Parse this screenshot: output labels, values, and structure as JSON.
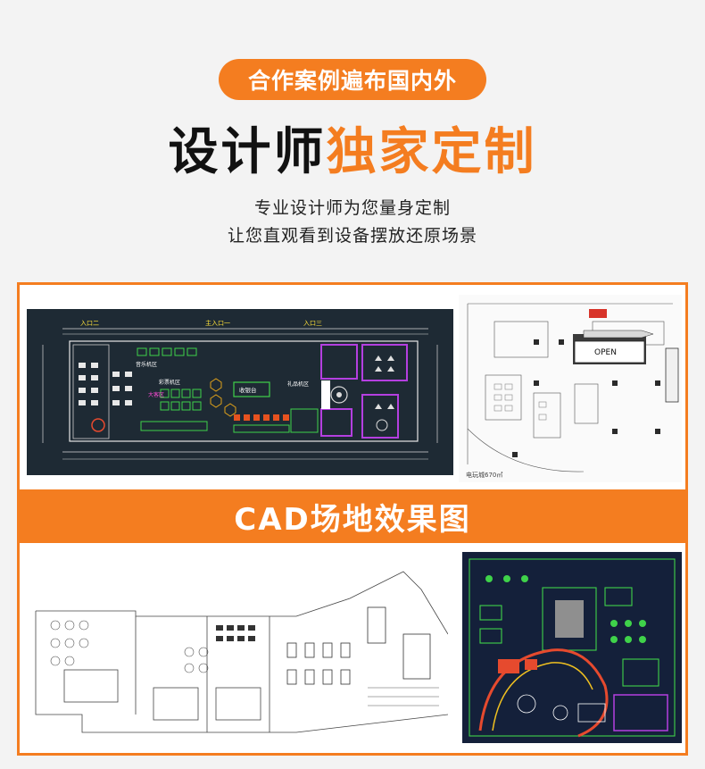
{
  "top_badge": "合作案例遍布国内外",
  "headline": {
    "part1": "设计师",
    "part2": "独家定制"
  },
  "subtitle": {
    "line1": "专业设计师为您量身定制",
    "line2": "让您直观看到设备摆放还原场景"
  },
  "section_banner": "CAD场地效果图",
  "plan1": {
    "entrance_2": "入口二",
    "entrance_main": "主入口一",
    "entrance_3": "入口三",
    "zone_music": "音乐机区",
    "zone_lottery": "彩票机区",
    "zone_cashier": "收银台",
    "zone_gift": "礼品机区",
    "zone_vip": "大客区"
  },
  "plan2": {
    "open_label": "OPEN",
    "area_caption": "电玩城670㎡"
  },
  "colors": {
    "accent": "#f47d20",
    "cad_dark_bg": "#1e2a34",
    "cad_navy_bg": "#14203a"
  }
}
